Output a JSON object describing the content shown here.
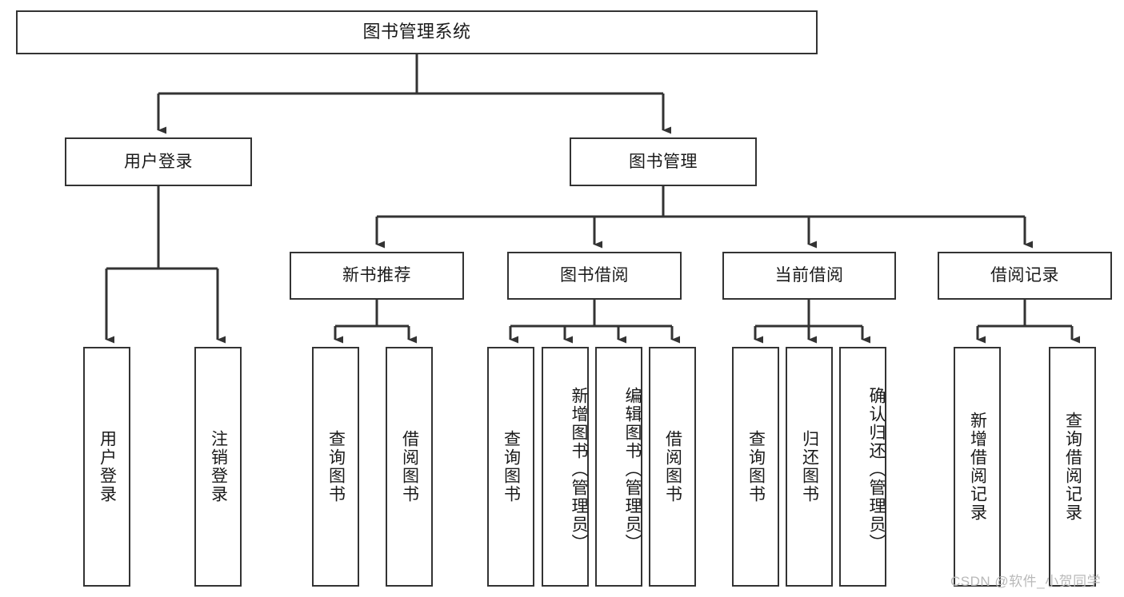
{
  "diagram": {
    "title": "图书管理系统",
    "type": "功能结构图",
    "watermark": "CSDN @软件_小贺同学",
    "colors": {
      "box_border": "#333333",
      "box_fill": "#ffffff",
      "connector": "#333333",
      "text": "#1a1a1a",
      "watermark": "#b9b9b9"
    },
    "root": {
      "label": "图书管理系统"
    },
    "level1": [
      {
        "label": "用户登录"
      },
      {
        "label": "图书管理"
      }
    ],
    "level2": [
      {
        "label": "新书推荐"
      },
      {
        "label": "图书借阅"
      },
      {
        "label": "当前借阅"
      },
      {
        "label": "借阅记录"
      }
    ],
    "leaves": {
      "user_login": [
        {
          "label": "用户登录"
        },
        {
          "label": "注销登录"
        }
      ],
      "new_book_recommend": [
        {
          "label": "查询图书"
        },
        {
          "label": "借阅图书"
        }
      ],
      "book_borrow": [
        {
          "label": "查询图书"
        },
        {
          "label": "新增图书（管理员）"
        },
        {
          "label": "编辑图书（管理员）"
        },
        {
          "label": "借阅图书"
        }
      ],
      "current_borrow": [
        {
          "label": "查询图书"
        },
        {
          "label": "归还图书"
        },
        {
          "label": "确认归还（管理员）"
        }
      ],
      "borrow_record": [
        {
          "label": "新增借阅记录"
        },
        {
          "label": "查询借阅记录"
        }
      ]
    }
  }
}
